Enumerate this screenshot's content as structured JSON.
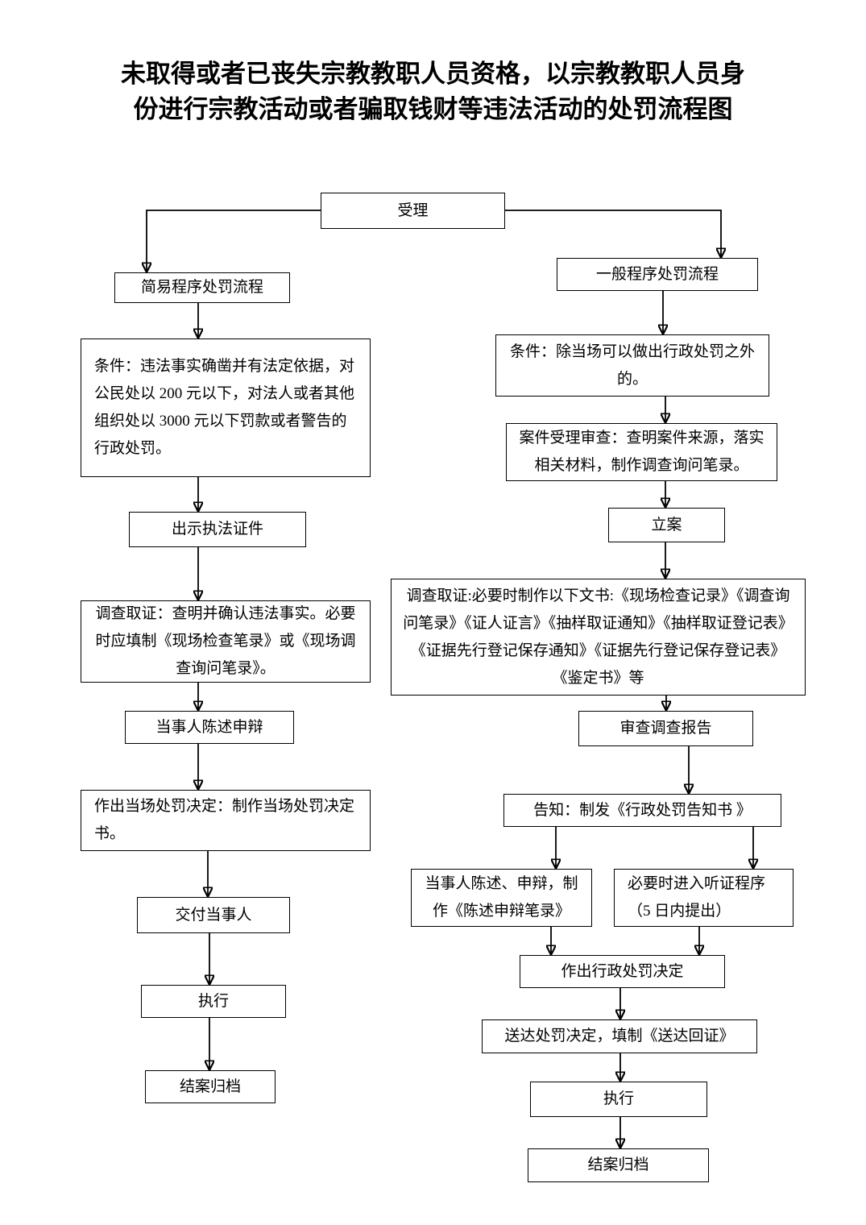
{
  "title": "未取得或者已丧失宗教教职人员资格，以宗教教职人员身份进行宗教活动或者骗取钱财等违法活动的处罚流程图",
  "nodes": {
    "root": "受理",
    "left": [
      "简易程序处罚流程",
      "条件：违法事实确凿并有法定依据，对公民处以 200 元以下，对法人或者其他组织处以 3000 元以下罚款或者警告的行政处罚。",
      "出示执法证件",
      "调查取证：查明并确认违法事实。必要时应填制《现场检查笔录》或《现场调查询问笔录》。",
      "当事人陈述申辩",
      "作出当场处罚决定：制作当场处罚决定书。",
      "交付当事人",
      "执行",
      "结案归档"
    ],
    "right": [
      "一般程序处罚流程",
      "条件：除当场可以做出行政处罚之外的。",
      "案件受理审查：查明案件来源，落实相关材料，制作调查询问笔录。",
      "立案",
      "调查取证:必要时制作以下文书:《现场检查记录》《调查询问笔录》《证人证言》《抽样取证通知》《抽样取证登记表》《证据先行登记保存通知》《证据先行登记保存登记表》《鉴定书》等",
      "审查调查报告",
      "告知：制发《行政处罚告知书 》",
      "当事人陈述、申辩，制作《陈述申辩笔录》",
      "必要时进入听证程序（5 日内提出）",
      "作出行政处罚决定",
      "送达处罚决定，填制《送达回证》",
      "执行",
      "结案归档"
    ]
  }
}
